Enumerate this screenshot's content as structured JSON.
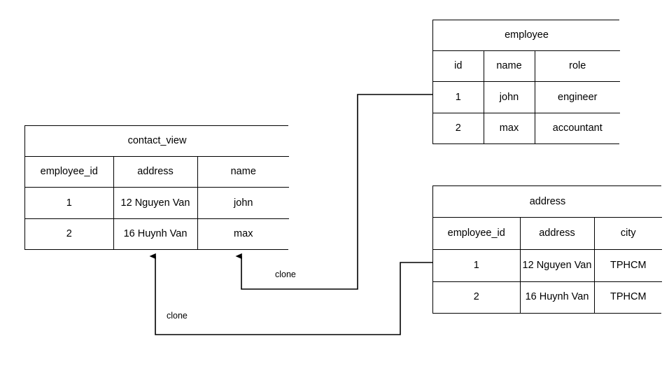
{
  "diagram": {
    "type": "entity-relationship-clone-diagram",
    "background_color": "#ffffff",
    "line_color": "#000000",
    "text_color": "#000000"
  },
  "tables": {
    "employee": {
      "title": "employee",
      "columns": [
        "id",
        "name",
        "role"
      ],
      "rows": [
        [
          "1",
          "john",
          "engineer"
        ],
        [
          "2",
          "max",
          "accountant"
        ]
      ]
    },
    "contact_view": {
      "title": "contact_view",
      "columns": [
        "employee_id",
        "address",
        "name"
      ],
      "rows": [
        [
          "1",
          "12 Nguyen Van",
          "john"
        ],
        [
          "2",
          "16 Huynh Van",
          "max"
        ]
      ]
    },
    "address": {
      "title": "address",
      "columns": [
        "employee_id",
        "address",
        "city"
      ],
      "rows": [
        [
          "1",
          "12 Nguyen Van",
          "TPHCM"
        ],
        [
          "2",
          "16 Huynh Van",
          "TPHCM"
        ]
      ]
    }
  },
  "edges": [
    {
      "id": "employee-to-contact-view",
      "label": "clone",
      "from": "employee",
      "to": "contact_view",
      "arrow": "up"
    },
    {
      "id": "address-to-contact-view",
      "label": "clone",
      "from": "address",
      "to": "contact_view",
      "arrow": "up"
    }
  ]
}
